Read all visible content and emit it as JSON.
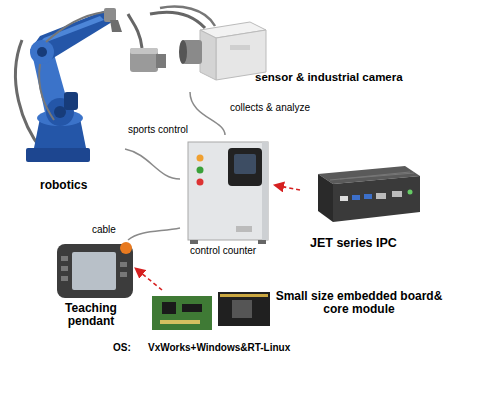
{
  "diagram": {
    "nodes": [
      {
        "text": [
          "robotics"
        ]
      },
      {
        "text": [
          "sensor & industrial camera"
        ]
      },
      {
        "text": [
          "control counter"
        ]
      },
      {
        "text": [
          "JET series IPC"
        ]
      },
      {
        "text": [
          "Teaching pendant"
        ]
      },
      {
        "text": [
          "Small size embedded board& core module"
        ]
      }
    ],
    "edges": [
      {
        "from": 0,
        "to": 2,
        "label": "sports control",
        "arrow": "none"
      },
      {
        "from": 1,
        "to": 2,
        "label": "collects & analyze",
        "arrow": "none"
      },
      {
        "from": 3,
        "to": 2,
        "arrow": "to"
      },
      {
        "from": 4,
        "to": 2,
        "label": "cable",
        "arrow": "none"
      },
      {
        "from": 5,
        "to": 4,
        "arrow": "to"
      }
    ],
    "labels": [
      "OS:",
      "VxWorks+Windows&RT-Linux"
    ]
  }
}
